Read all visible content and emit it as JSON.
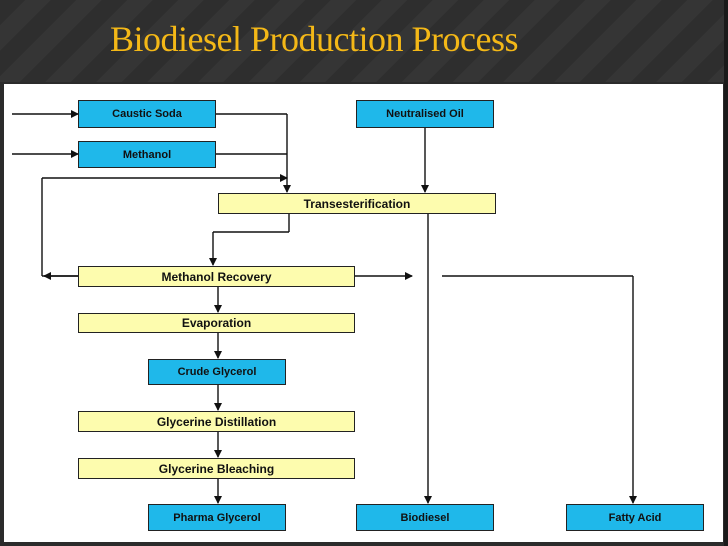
{
  "slide": {
    "title": "Biodiesel Production Process"
  },
  "diagram": {
    "nodes": {
      "caustic_soda": "Caustic Soda",
      "methanol": "Methanol",
      "neutralised_oil": "Neutralised Oil",
      "transesterification": "Transesterification",
      "methanol_recovery": "Methanol Recovery",
      "evaporation": "Evaporation",
      "crude_glycerol": "Crude Glycerol",
      "glycerine_distillation": "Glycerine Distillation",
      "glycerine_bleaching": "Glycerine Bleaching",
      "pharma_glycerol": "Pharma Glycerol",
      "biodiesel": "Biodiesel",
      "fatty_acid": "Fatty Acid"
    },
    "node_colors": {
      "process_box": "#fdfcae",
      "material_box": "#1fb8ea"
    }
  }
}
